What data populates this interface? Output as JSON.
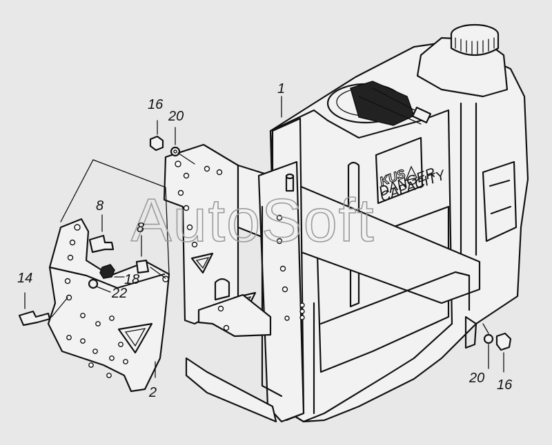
{
  "watermark": "AutoSoft",
  "tank_text": {
    "brand": "KUS",
    "small_1": "DANGER",
    "small_2": "CAPACITY"
  },
  "callouts": [
    {
      "id": "c1",
      "text": "1"
    },
    {
      "id": "c2",
      "text": "2"
    },
    {
      "id": "c8a",
      "text": "8"
    },
    {
      "id": "c8b",
      "text": "8"
    },
    {
      "id": "c14",
      "text": "14"
    },
    {
      "id": "c16a",
      "text": "16"
    },
    {
      "id": "c16b",
      "text": "16"
    },
    {
      "id": "c18",
      "text": "18"
    },
    {
      "id": "c20a",
      "text": "20"
    },
    {
      "id": "c20b",
      "text": "20"
    },
    {
      "id": "c22",
      "text": "22"
    }
  ]
}
